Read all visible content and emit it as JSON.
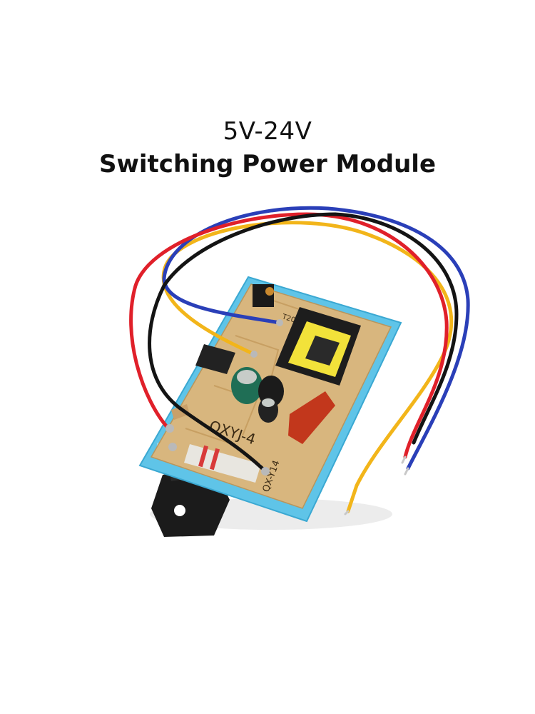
{
  "headline": {
    "voltage": "5V-24V",
    "title": "Switching Power Module"
  },
  "board": {
    "model_label": "QXYJ-4",
    "side_label": "QX-Y14",
    "ref_label": "T203"
  },
  "colors": {
    "background": "#ffffff",
    "pcb": "#d8b67e",
    "frame": "#5fc4e8",
    "wire_red": "#e0202a",
    "wire_blue": "#2a3fb8",
    "wire_black": "#141414",
    "wire_yellow": "#f2b51a",
    "capacitor": "#c2371c",
    "transformer": "#f2e23a"
  }
}
